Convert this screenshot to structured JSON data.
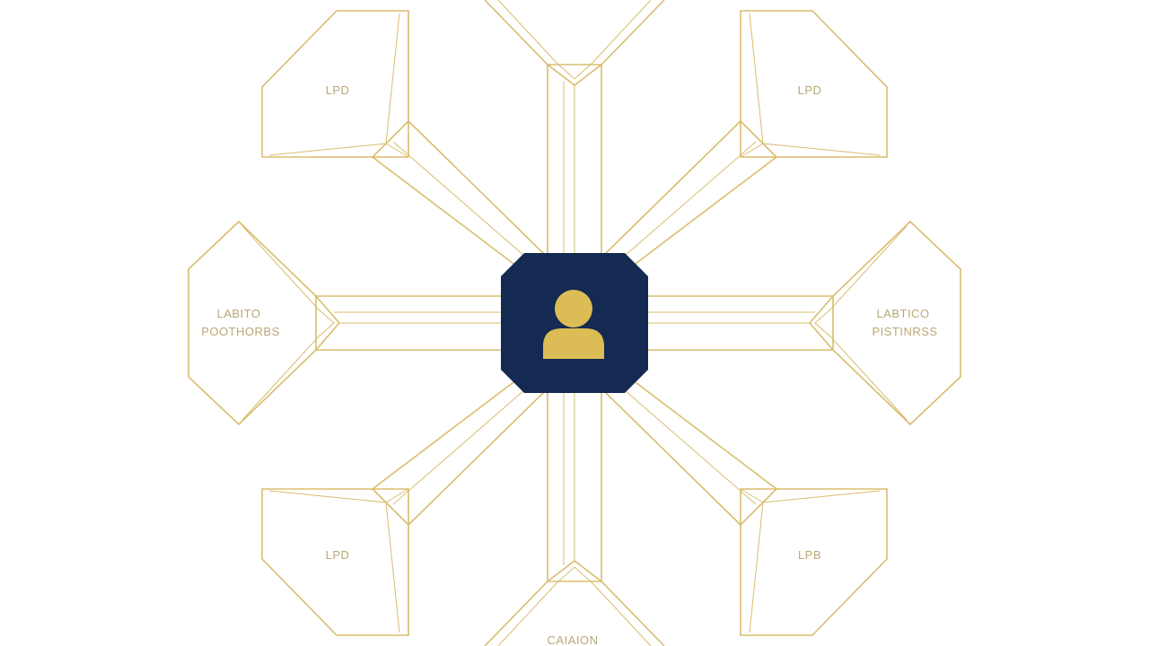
{
  "colors": {
    "gold": "#d8bd6e",
    "navy": "#142a52",
    "icon_gold": "#dcbd55",
    "label": "#b8a877",
    "background": "#ffffff"
  },
  "center": {
    "icon": "user-icon"
  },
  "nodes": [
    {
      "id": "top-left",
      "label": "LPD"
    },
    {
      "id": "top-right",
      "label": "LPD"
    },
    {
      "id": "left",
      "label_line1": "LABITO",
      "label_line2": "POOTHORBS"
    },
    {
      "id": "right",
      "label_line1": "LABTICO",
      "label_line2": "PISTINRSS"
    },
    {
      "id": "bottom-left",
      "label": "LPD"
    },
    {
      "id": "bottom-right",
      "label": "LPB"
    },
    {
      "id": "bottom",
      "label": "CAIAION"
    }
  ]
}
